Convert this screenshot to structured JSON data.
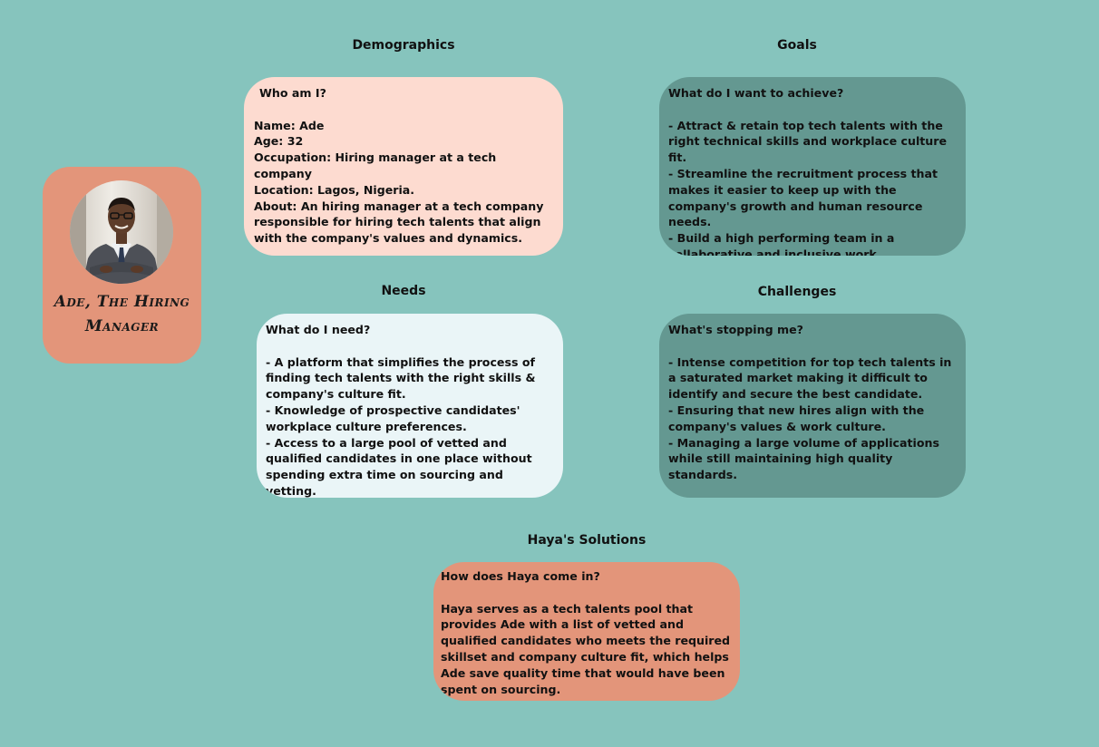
{
  "persona": {
    "name": "Ade, The Hiring Manager",
    "photo_icon": "person-portrait-icon"
  },
  "colors": {
    "background": "#86c4bd",
    "profile_card": "#e3957a",
    "demographics_card": "#fddbd0",
    "needs_card": "#eaf5f7",
    "goals_card": "#649891",
    "challenges_card": "#649891",
    "solutions_card": "#e3957a"
  },
  "demographics": {
    "heading": "Demographics",
    "question": "Who am I?",
    "lines": [
      "Name: Ade",
      "Age: 32",
      "Occupation: Hiring manager at a tech company",
      "Location: Lagos, Nigeria.",
      "About:  An hiring manager at a tech company responsible for hiring tech talents that align with the company's values and dynamics."
    ]
  },
  "goals": {
    "heading": "Goals",
    "question": "What do I want to achieve?",
    "lines": [
      "- Attract & retain top tech talents with the right technical skills and workplace culture fit.",
      "- Streamline the recruitment process that makes it easier to keep up with the company's growth and human resource needs.",
      "- Build a high performing team in a collaborative and inclusive work environment that drives innovative development."
    ]
  },
  "needs": {
    "heading": "Needs",
    "question": "What do I need?",
    "lines": [
      "- A platform that simplifies the process of finding tech talents with the right skills & company's culture fit.",
      "- Knowledge of prospective candidates' workplace culture preferences.",
      "- Access to a large pool of vetted and qualified candidates in one place without spending extra time on sourcing and vetting."
    ]
  },
  "challenges": {
    "heading": "Challenges",
    "question": "What's stopping me?",
    "lines": [
      "- Intense competition for top tech talents in a saturated market making it difficult to identify and secure the best candidate.",
      "- Ensuring that new hires align with the company's values & work culture.",
      "- Managing a large volume of applications while still maintaining high quality standards."
    ]
  },
  "solutions": {
    "heading": "Haya's Solutions",
    "question": "How does Haya come in?",
    "lines": [
      "Haya serves as a tech talents pool that provides Ade with a list of vetted and qualified candidates who meets the required skillset and company culture fit, which helps Ade save quality time that would have been spent on sourcing."
    ]
  }
}
